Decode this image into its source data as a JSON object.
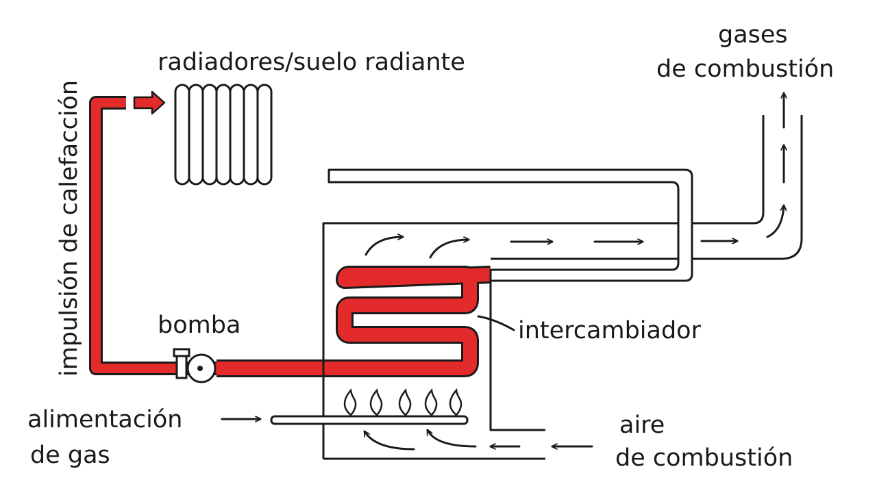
{
  "labels": {
    "radiators": "radiadores/suelo radiante",
    "heating_supply": "impulsión de calefacción",
    "flue_gases_line1": "gases",
    "flue_gases_line2": "de combustión",
    "pump": "bomba",
    "heat_exchanger": "intercambiador",
    "gas_supply_line1": "alimentación",
    "gas_supply_line2": "de gas",
    "combustion_air_line1": "aire",
    "combustion_air_line2": "de combustión"
  },
  "colors": {
    "hot_water": "#e32b2b",
    "ink": "#1a1a1a",
    "background": "#ffffff"
  },
  "icons": {
    "flame": "flame-icon",
    "pump": "pump-icon",
    "arrow": "arrow-icon"
  }
}
